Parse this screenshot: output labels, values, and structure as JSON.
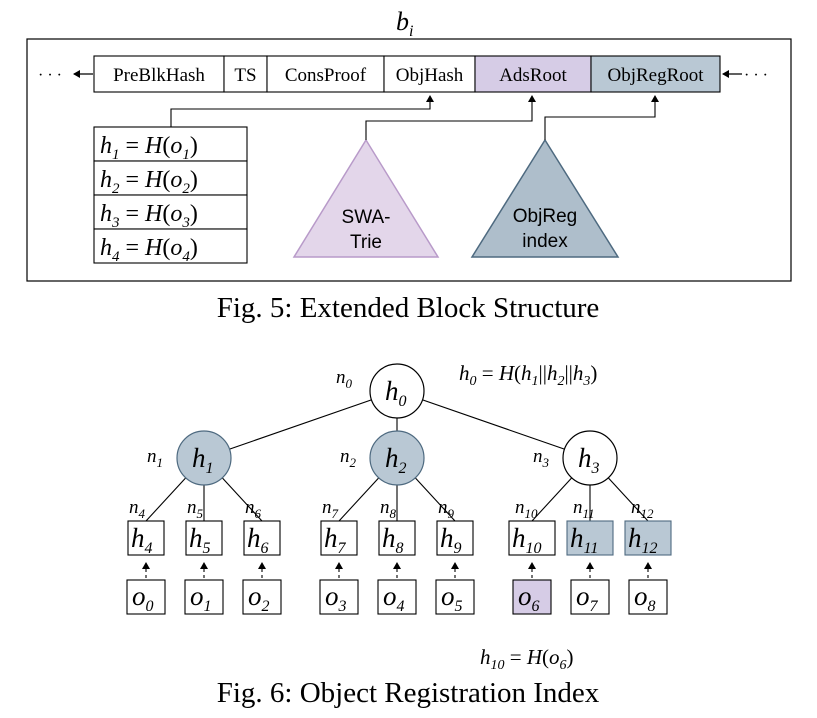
{
  "fig5": {
    "block_label": "b",
    "block_sub": "i",
    "left_dots": "· · ·",
    "right_dots": "· · ·",
    "fields": [
      "PreBlkHash",
      "TS",
      "ConsProof",
      "ObjHash",
      "AdsRoot",
      "ObjRegRoot"
    ],
    "hash_rows": [
      {
        "h": "h",
        "hsub": "1",
        "eq": " = ",
        "fn": "H",
        "o": "o",
        "osub": "1"
      },
      {
        "h": "h",
        "hsub": "2",
        "eq": " = ",
        "fn": "H",
        "o": "o",
        "osub": "2"
      },
      {
        "h": "h",
        "hsub": "3",
        "eq": " = ",
        "fn": "H",
        "o": "o",
        "osub": "3"
      },
      {
        "h": "h",
        "hsub": "4",
        "eq": " = ",
        "fn": "H",
        "o": "o",
        "osub": "4"
      }
    ],
    "swa_label_1": "SWA-",
    "swa_label_2": "Trie",
    "objreg_label_1": "ObjReg",
    "objreg_label_2": "index",
    "caption": "Fig. 5: Extended Block Structure",
    "colors": {
      "ads": "#d6cce6",
      "objreg": "#b9c8d4",
      "swa_fill": "#e3d6ea",
      "swa_stroke": "#b89ac9",
      "objreg_tri_fill": "#aebecb",
      "objreg_tri_stroke": "#4e6a80"
    }
  },
  "fig6": {
    "root": {
      "node": "n",
      "nodesub": "0",
      "label": "h",
      "sub": "0"
    },
    "root_eq": {
      "lhs": "h",
      "lhssub": "0",
      "rhs_fn": "H",
      "parts": [
        "h",
        "1",
        "||",
        "h",
        "2",
        "||",
        "h",
        "3"
      ]
    },
    "internal": [
      {
        "node": "n",
        "nodesub": "1",
        "label": "h",
        "sub": "1",
        "shaded": true
      },
      {
        "node": "n",
        "nodesub": "2",
        "label": "h",
        "sub": "2",
        "shaded": true
      },
      {
        "node": "n",
        "nodesub": "3",
        "label": "h",
        "sub": "3",
        "shaded": false
      }
    ],
    "leaves": [
      {
        "node": "n",
        "nodesub": "4",
        "label": "h",
        "sub": "4",
        "shaded": false
      },
      {
        "node": "n",
        "nodesub": "5",
        "label": "h",
        "sub": "5",
        "shaded": false
      },
      {
        "node": "n",
        "nodesub": "6",
        "label": "h",
        "sub": "6",
        "shaded": false
      },
      {
        "node": "n",
        "nodesub": "7",
        "label": "h",
        "sub": "7",
        "shaded": false
      },
      {
        "node": "n",
        "nodesub": "8",
        "label": "h",
        "sub": "8",
        "shaded": false
      },
      {
        "node": "n",
        "nodesub": "9",
        "label": "h",
        "sub": "9",
        "shaded": false
      },
      {
        "node": "n",
        "nodesub": "10",
        "label": "h",
        "sub": "10",
        "shaded": false
      },
      {
        "node": "n",
        "nodesub": "11",
        "label": "h",
        "sub": "11",
        "shaded": true
      },
      {
        "node": "n",
        "nodesub": "12",
        "label": "h",
        "sub": "12",
        "shaded": true
      }
    ],
    "objects": [
      {
        "label": "o",
        "sub": "0",
        "highlight": false
      },
      {
        "label": "o",
        "sub": "1",
        "highlight": false
      },
      {
        "label": "o",
        "sub": "2",
        "highlight": false
      },
      {
        "label": "o",
        "sub": "3",
        "highlight": false
      },
      {
        "label": "o",
        "sub": "4",
        "highlight": false
      },
      {
        "label": "o",
        "sub": "5",
        "highlight": false
      },
      {
        "label": "o",
        "sub": "6",
        "highlight": true
      },
      {
        "label": "o",
        "sub": "7",
        "highlight": false
      },
      {
        "label": "o",
        "sub": "8",
        "highlight": false
      }
    ],
    "bottom_eq": {
      "lhs": "h",
      "lhssub": "10",
      "fn": "H",
      "arg": "o",
      "argsub": "6"
    },
    "caption": "Fig. 6: Object Registration Index",
    "colors": {
      "shaded": "#b9c8d4",
      "shaded_stroke": "#4e6a80",
      "obj_highlight": "#d6cce6"
    }
  }
}
